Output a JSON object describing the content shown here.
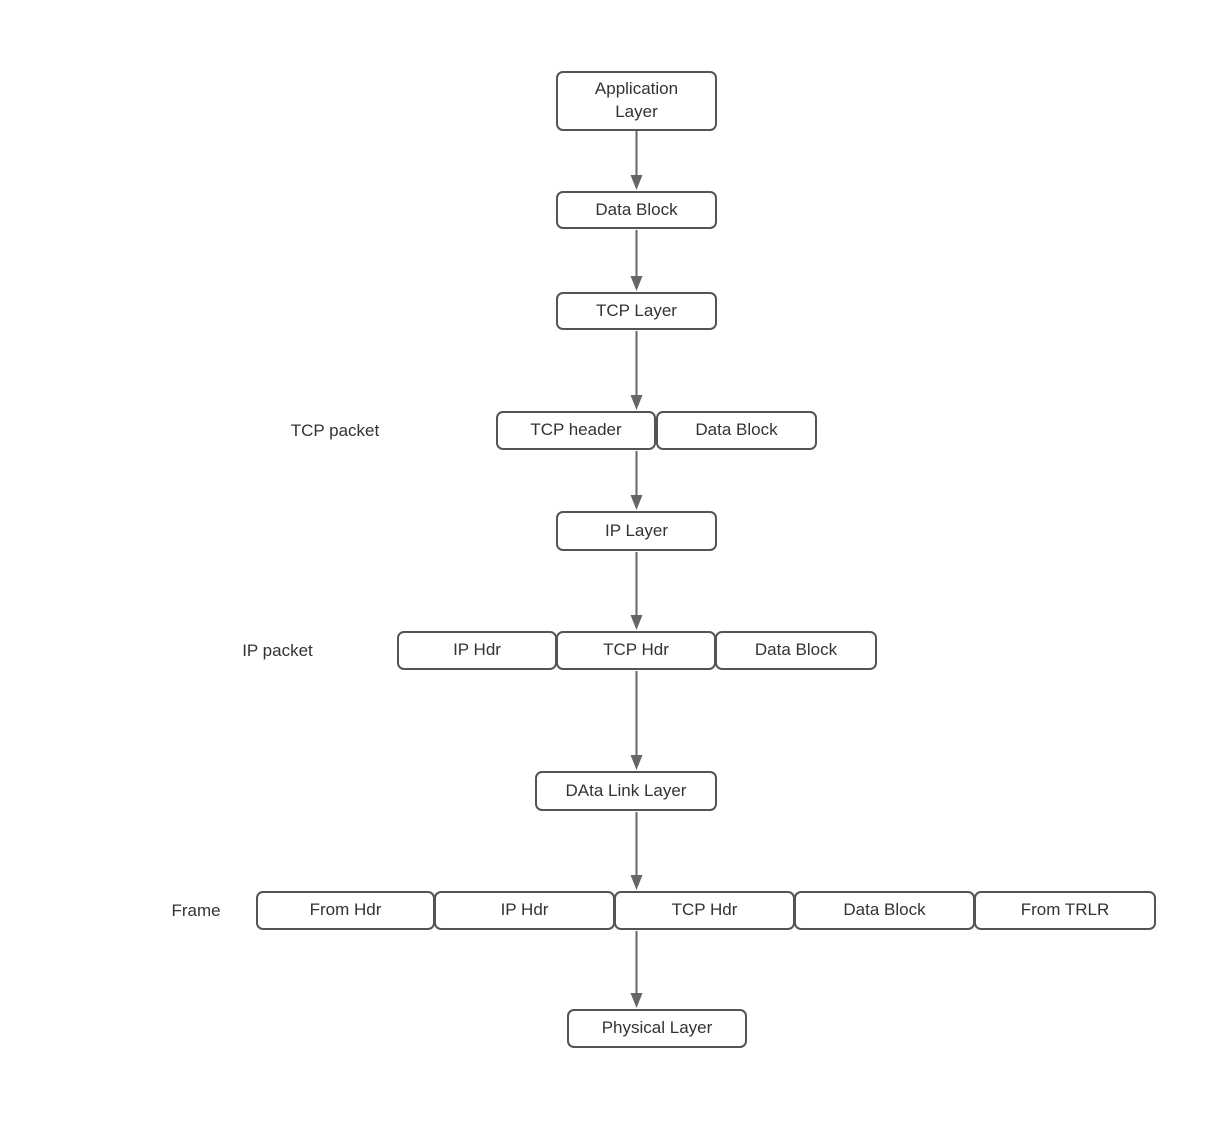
{
  "diagram": {
    "nodes": {
      "application_layer": "Application\nLayer",
      "data_block": "Data Block",
      "tcp_layer": "TCP Layer",
      "ip_layer": "IP Layer",
      "data_link_layer": "DAta Link Layer",
      "physical_layer": "Physical Layer"
    },
    "tcp_packet": {
      "label": "TCP packet",
      "cells": [
        "TCP header",
        "Data Block"
      ]
    },
    "ip_packet": {
      "label": "IP packet",
      "cells": [
        "IP Hdr",
        "TCP Hdr",
        "Data Block"
      ]
    },
    "frame": {
      "label": "Frame",
      "cells": [
        "From Hdr",
        "IP Hdr",
        "TCP Hdr",
        "Data Block",
        "From TRLR"
      ]
    },
    "colors": {
      "border": "#545454",
      "text": "#333333",
      "arrow": "#666666",
      "background": "#ffffff"
    }
  }
}
